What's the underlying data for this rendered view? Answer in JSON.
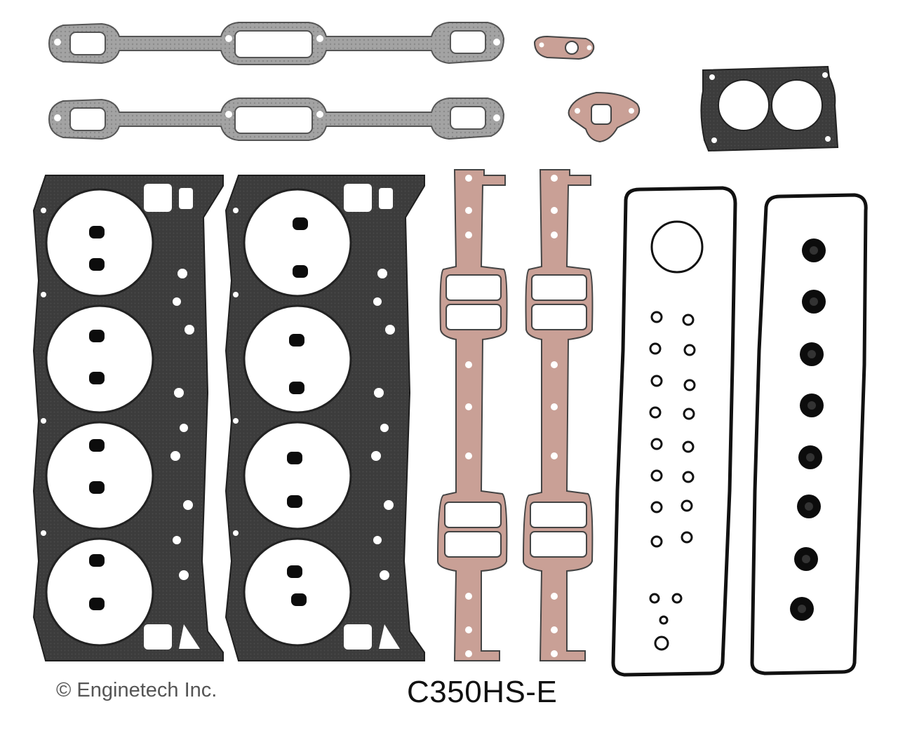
{
  "caption": {
    "copyright": "© Enginetech Inc.",
    "part_number": "C350HS-E"
  },
  "colors": {
    "background": "#ffffff",
    "head_gasket": "#3b3b3b",
    "exhaust_gasket": "#9a9a9a",
    "intake_gasket": "#c9a096",
    "valve_cover_seal": "#111111",
    "valve_seal": "#0c0c0c"
  },
  "items": [
    "exhaust-manifold-gasket",
    "exhaust-manifold-gasket",
    "egr-gasket",
    "egr-valve-gasket",
    "throttle-body-gasket",
    "cylinder-head-gasket",
    "cylinder-head-gasket",
    "intake-manifold-gasket",
    "intake-manifold-gasket",
    "valve-cover-gasket-with-o-rings",
    "valve-cover-gasket-with-valve-seals"
  ]
}
